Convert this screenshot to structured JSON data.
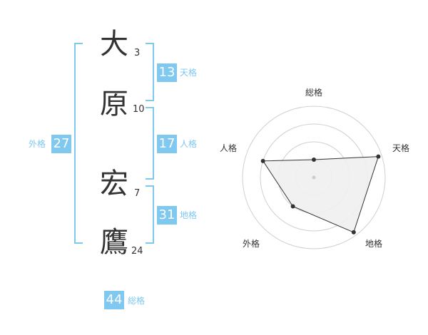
{
  "colors": {
    "accent": "#7fc8f0",
    "badge_bg": "#7fc8f0",
    "text": "#333333"
  },
  "name": {
    "chars": [
      {
        "char": "大",
        "strokes": "3"
      },
      {
        "char": "原",
        "strokes": "10"
      },
      {
        "char": "宏",
        "strokes": "7"
      },
      {
        "char": "鷹",
        "strokes": "24"
      }
    ]
  },
  "grid": {
    "tenkaku": {
      "value": "13",
      "label": "天格"
    },
    "jinkaku": {
      "value": "17",
      "label": "人格"
    },
    "chikaku": {
      "value": "31",
      "label": "地格"
    },
    "gaikaku": {
      "value": "27",
      "label": "外格"
    },
    "soukaku": {
      "value": "44",
      "label": "総格"
    }
  },
  "chart_data": {
    "type": "radar",
    "axes": [
      "総格",
      "天格",
      "地格",
      "外格",
      "人格"
    ],
    "values": [
      0.25,
      0.95,
      0.95,
      0.5,
      0.75
    ],
    "max": 1,
    "rings": 4,
    "grid": true
  }
}
